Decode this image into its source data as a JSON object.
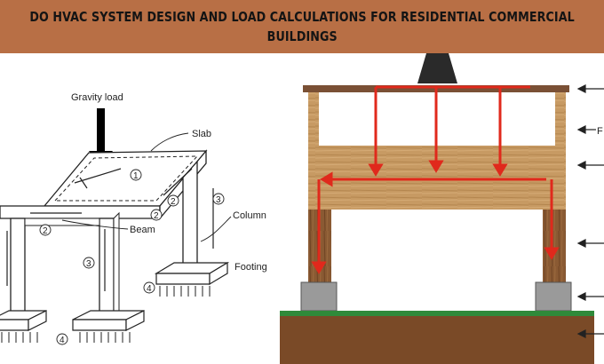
{
  "banner": {
    "line1": "DO HVAC SYSTEM DESIGN AND LOAD CALCULATIONS FOR RESIDENTIAL COMMERCIAL",
    "line2": "BUILDINGS",
    "background": "#b86f45"
  },
  "structure_diagram": {
    "labels": {
      "gravity_load": "Gravity load",
      "slab": "Slab",
      "beam": "Beam",
      "column": "Column",
      "footing": "Footing"
    },
    "step_markers": [
      "1",
      "2",
      "2",
      "2",
      "3",
      "3",
      "4",
      "4"
    ]
  },
  "load_path_diagram": {
    "side_label": "F",
    "colors": {
      "arrow": "#e0291c",
      "wood": "#c79a63",
      "soil": "#7a4a27",
      "grass": "#2f8a3a",
      "footing": "#9a9a9a"
    }
  }
}
